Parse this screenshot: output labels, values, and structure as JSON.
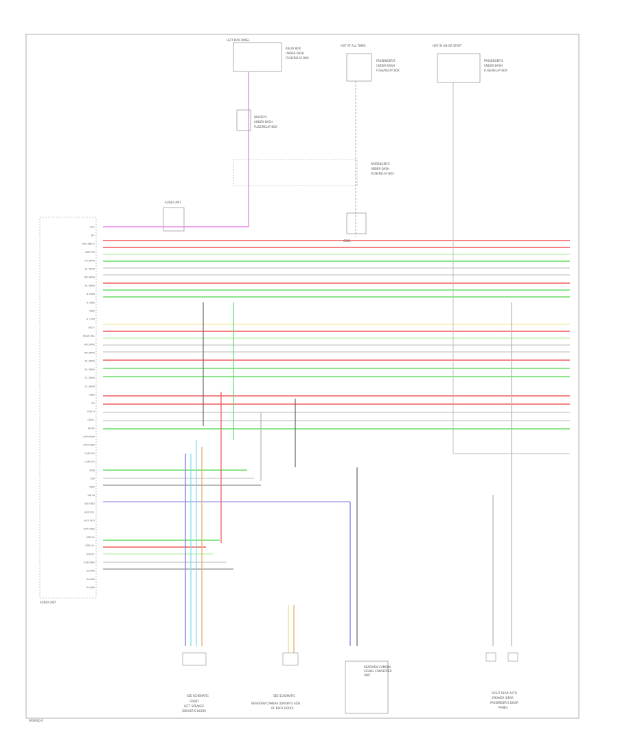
{
  "labels": {
    "audio_unit": "AUDIO UNIT",
    "footer_code": "W00000-0",
    "bottom_left_connector": "SEE SCHEMATIC",
    "bottom_left_line1": "FRONT",
    "bottom_left_line2": "LEFT SPEAKER",
    "bottom_left_line3": "(DRIVER'S DOOR)",
    "bottom_mid_connector": "SEE SCHEMATIC",
    "bottom_mid_line1": "REARVIEW CAMERA (DRIVER'S SIDE",
    "bottom_mid_line2": "OF BACK DOOR)",
    "bottom_right_line1": "RIGHT REAR AUTO",
    "bottom_right_line2": "SPEAKER (REAR",
    "bottom_right_line3": "PASSENGER'S DOOR",
    "bottom_right_line4": "PANEL)",
    "top_left_box": "LEFT KICK PANEL",
    "top_left_desc1": "RELAY BOX",
    "top_left_desc2": "UNDER-DASH",
    "top_left_desc3": "FUSE/RELAY BOX",
    "top_mid_box": "HOT AT ALL TIMES",
    "top_mid_desc1": "PASSENGER'S",
    "top_mid_desc2": "UNDER-DASH",
    "top_mid_desc3": "FUSE/RELAY BOX",
    "top_right_box": "HOT IN ON OR START",
    "top_right_desc1": "PASSENGER'S",
    "top_right_desc2": "UNDER-DASH",
    "top_right_desc3": "FUSE/RELAY BOX",
    "mid_left_desc1": "DRIVER'S",
    "mid_left_desc2": "UNDER-DASH",
    "mid_left_desc3": "FUSE/RELAY BOX",
    "mid_right_desc1": "PASSENGER'S",
    "mid_right_desc2": "UNDER-DASH",
    "mid_right_desc3": "FUSE/RELAY BOX",
    "ground_desc": "G501",
    "resistor_label": "AUDIO UNIT",
    "camera_box1": "REARVIEW CAMERA",
    "camera_box2": "SIGNAL CONVERTER",
    "camera_box3": "UNIT"
  },
  "pin_labels": [
    "ACC",
    "B+",
    "MIC INPUT",
    "ANT PW",
    "FR SPKR",
    "FL SPKR",
    "RR SPKR",
    "RL SPKR",
    "IL PWR",
    "IL GND",
    "GND",
    "IL CON",
    "MIC+",
    "REAR MIC",
    "RR SPKR",
    "RR SPKR",
    "RL SPKR",
    "RL SPKR",
    "TL SPKR",
    "TL SPKR",
    "GND",
    "SG",
    "CAN H",
    "CAN L",
    "MUTE",
    "CAM PWR",
    "CAM GND",
    "CAM SIG",
    "CAM SIG",
    "RGB",
    "VSP",
    "GND",
    "SW IN",
    "SW GND",
    "AUX IN L",
    "AUX IN R",
    "AUX GND",
    "USB 5V",
    "USB D+",
    "USB D-",
    "USB GND",
    "BLANK",
    "BLANK",
    "BLANK"
  ],
  "colors": {
    "pink": "#e58ee0",
    "red": "#f25a5a",
    "green": "#66dd66",
    "gray": "#b8b8b8",
    "dark": "#707070",
    "blue": "#7a7ae6",
    "cyan": "#7fe0ea",
    "yellow": "#e8e080",
    "orange": "#e6b060",
    "lightgreen": "#a6ec8a"
  }
}
